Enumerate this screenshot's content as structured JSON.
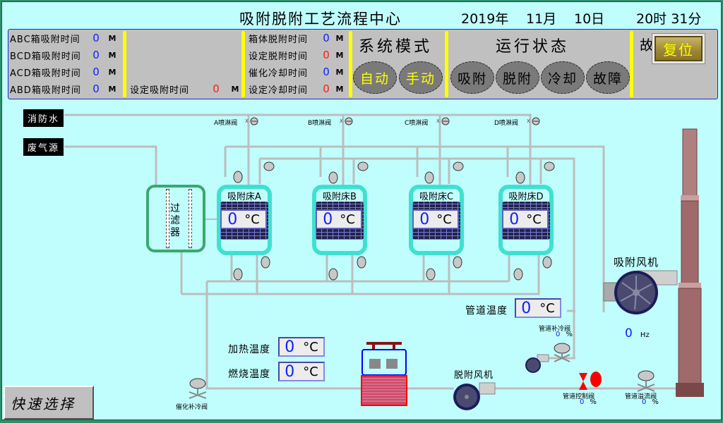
{
  "header": {
    "title": "吸附脱附工艺流程中心",
    "year": "2019年",
    "month": "11月",
    "day": "10日",
    "time": "20时 31分"
  },
  "timers": {
    "left": [
      {
        "label": "ABC箱吸附时间",
        "value": "0",
        "unit": "M"
      },
      {
        "label": "BCD箱吸附时间",
        "value": "0",
        "unit": "M"
      },
      {
        "label": "ACD箱吸附时间",
        "value": "0",
        "unit": "M"
      },
      {
        "label": "ABD箱吸附时间",
        "value": "0",
        "unit": "M"
      }
    ],
    "set_adsorb": {
      "label": "设定吸附时间",
      "value": "0",
      "unit": "M"
    },
    "right": [
      {
        "label": "箱体脱附时间",
        "value": "0",
        "unit": "M",
        "color": "blue"
      },
      {
        "label": "设定脱附时间",
        "value": "0",
        "unit": "M",
        "color": "red"
      },
      {
        "label": "催化冷却时间",
        "value": "0",
        "unit": "M",
        "color": "blue"
      },
      {
        "label": "设定冷却时间",
        "value": "0",
        "unit": "M",
        "color": "red"
      }
    ]
  },
  "system_mode": {
    "title": "系统模式",
    "buttons": [
      "自动",
      "手动"
    ]
  },
  "run_status": {
    "title": "运行状态",
    "indicators": [
      "吸附",
      "脱附",
      "冷却",
      "故障"
    ]
  },
  "fault_reset": {
    "title": "故障复位",
    "button": "复位"
  },
  "sources": {
    "fire_water": "消防水",
    "exhaust": "废气源"
  },
  "spray_valves": [
    "A喷淋阀",
    "B喷淋阀",
    "C喷淋阀",
    "D喷淋阀"
  ],
  "filter": {
    "label": "过滤器"
  },
  "beds": [
    {
      "name": "吸附床A",
      "temp": "0",
      "unit": "°C"
    },
    {
      "name": "吸附床B",
      "temp": "0",
      "unit": "°C"
    },
    {
      "name": "吸附床C",
      "temp": "0",
      "unit": "°C"
    },
    {
      "name": "吸附床D",
      "temp": "0",
      "unit": "°C"
    }
  ],
  "pipe_temp": {
    "label": "管道温度",
    "value": "0",
    "unit": "°C"
  },
  "pipe_cool_valve": {
    "label": "管道补冷阀",
    "value": "0",
    "unit": "%"
  },
  "adsorb_fan": {
    "label": "吸附风机",
    "value": "0",
    "unit": "Hz"
  },
  "heat_temp": {
    "label": "加热温度",
    "value": "0",
    "unit": "°C"
  },
  "burn_temp": {
    "label": "燃烧温度",
    "value": "0",
    "unit": "°C"
  },
  "desorb_fan": {
    "label": "脱附风机"
  },
  "catalyst_cool_valve": {
    "label": "催化补冷阀"
  },
  "pipe_control_valve": {
    "label": "管道控制阀",
    "value": "0",
    "unit": "%"
  },
  "pipe_bypass_valve": {
    "label": "管道溢流阀",
    "value": "0",
    "unit": "%"
  },
  "quick_select": {
    "label": "快速选择"
  },
  "colors": {
    "background": "#c0fefe",
    "panel": "#c0c0c0",
    "separator": "#ffff00",
    "bed_border": "#40e0d0",
    "filter_border": "#3aa870",
    "value_blue": "#1020ff",
    "value_red": "#ff1a1a",
    "pipe": "#bdbdbd",
    "alarm_red": "#ff0000"
  }
}
